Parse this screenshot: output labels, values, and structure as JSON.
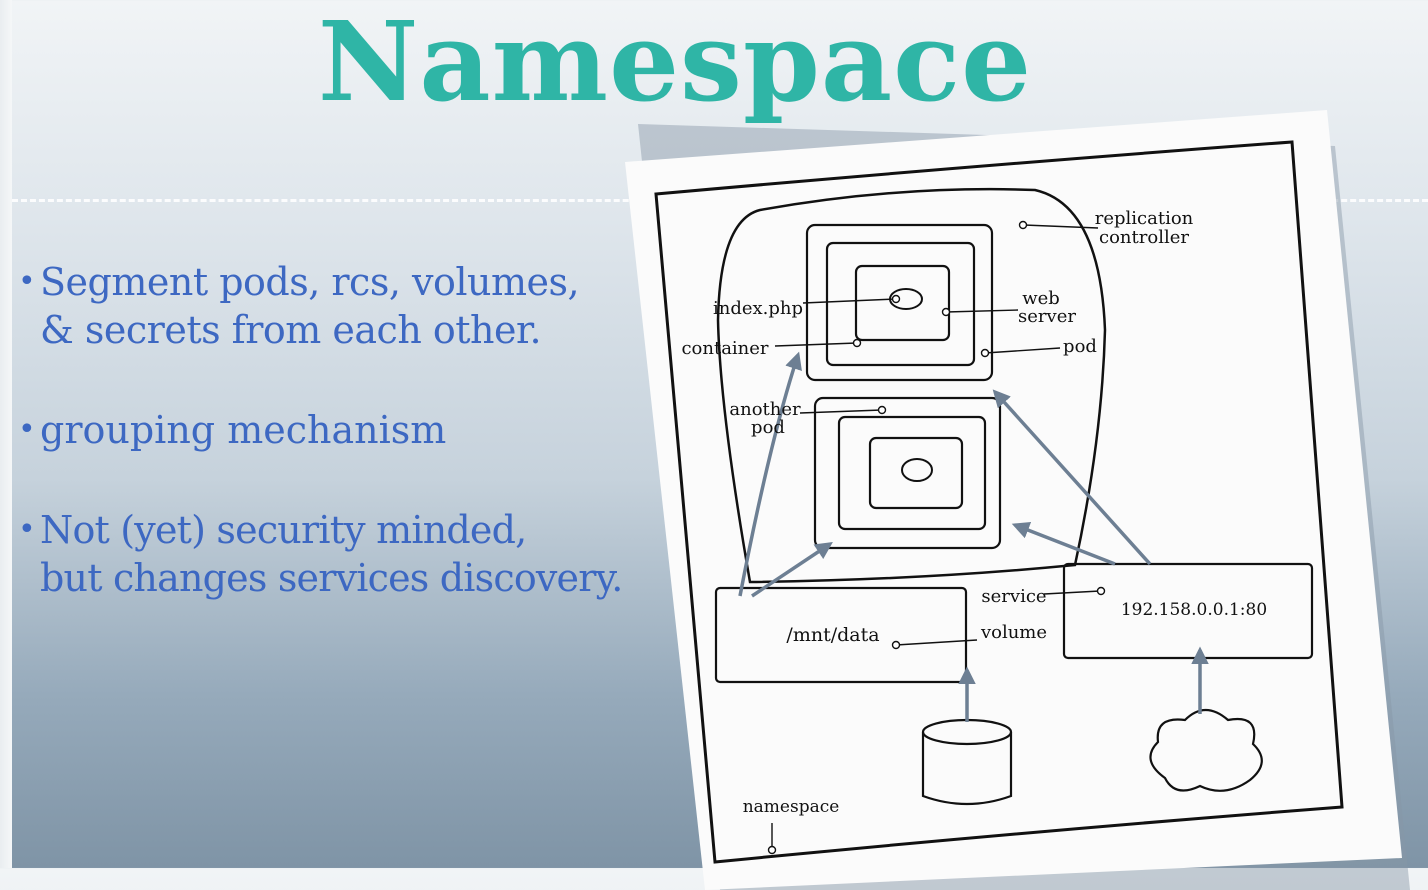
{
  "slide": {
    "title": "Namespace",
    "bullets": [
      "Segment pods, rcs, volumes,\n& secrets from each other.",
      "grouping mechanism",
      "Not (yet) security minded,\nbut changes services discovery."
    ],
    "bullet_marker": "•"
  },
  "diagram": {
    "labels": {
      "replication_controller_line1": "replication",
      "replication_controller_line2": "controller",
      "index_php": "index.php",
      "web_server_line1": "web",
      "web_server_line2": "server",
      "container": "container",
      "pod": "pod",
      "another_pod_line1": "another",
      "another_pod_line2": "pod",
      "service": "service",
      "service_address": "192.158.0.0.1:80",
      "volume": "volume",
      "volume_path": "/mnt/data",
      "namespace": "namespace"
    }
  },
  "colors": {
    "title": "#2fb5a6",
    "bullet_text": "#3d68c2",
    "arrow": "#6d7f93",
    "ink": "#111111",
    "paper": "#fbfbfb"
  }
}
